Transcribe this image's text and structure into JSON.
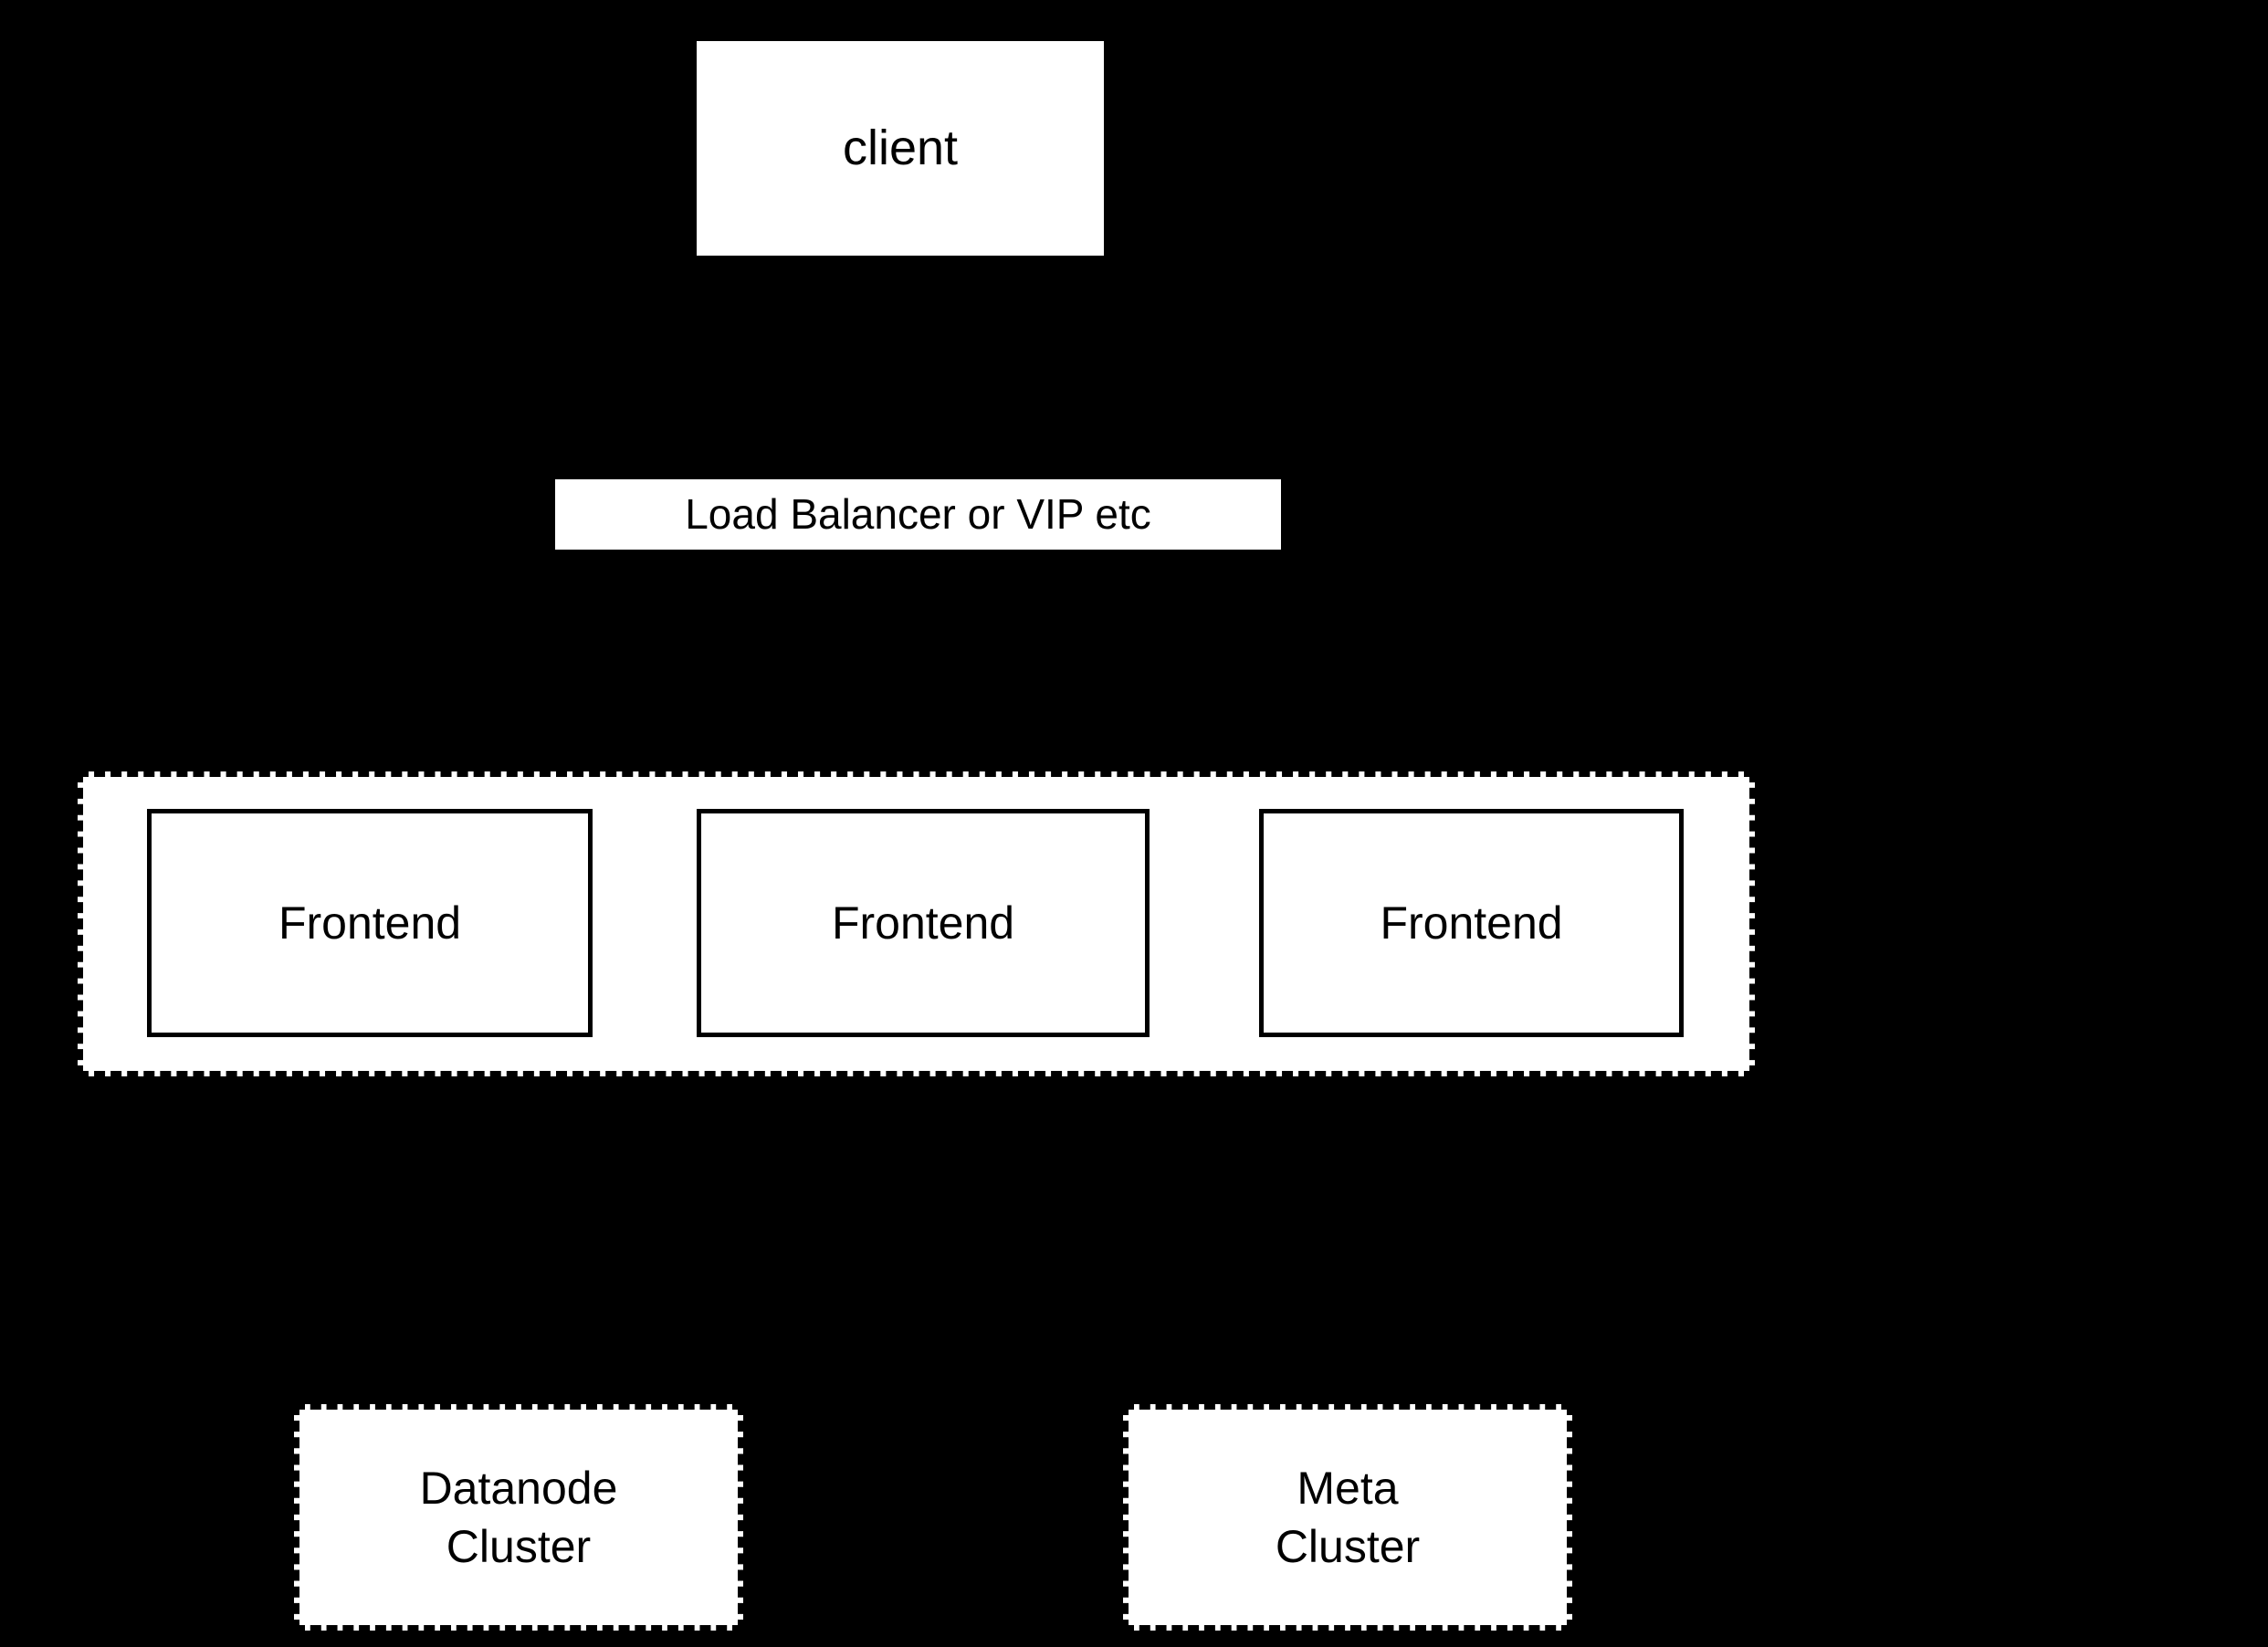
{
  "diagram": {
    "background_color": "#000000",
    "node_fill_color": "#ffffff",
    "stroke_color": "#000000",
    "nodes": {
      "client": {
        "label": "client",
        "shape": "rectangle",
        "border": "none"
      },
      "load_balancer": {
        "label": "Load Balancer or VIP etc",
        "shape": "rectangle",
        "border": "none"
      },
      "frontend_cluster": {
        "label": "",
        "shape": "rectangle",
        "border": "dashed"
      },
      "datanode_cluster": {
        "label": "Datanode\nCluster",
        "shape": "rectangle",
        "border": "dashed"
      },
      "meta_cluster": {
        "label": "Meta\nCluster",
        "shape": "rectangle",
        "border": "dashed"
      }
    },
    "frontends": [
      {
        "label": "Frontend"
      },
      {
        "label": "Frontend"
      },
      {
        "label": "Frontend"
      }
    ]
  }
}
